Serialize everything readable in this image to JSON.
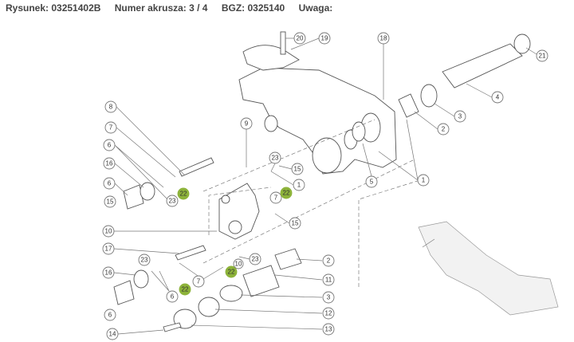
{
  "header": {
    "drawing": "Rysunek: 03251402B",
    "sheet": "Numer akrusza: 3 / 4",
    "bgz": "BGZ: 0325140",
    "note": "Uwaga:"
  },
  "callouts": [
    "20",
    "19",
    "18",
    "21",
    "4",
    "3",
    "2",
    "1",
    "5",
    "8",
    "7",
    "6",
    "16",
    "6",
    "15",
    "23",
    "22",
    "9",
    "23",
    "15",
    "1",
    "7",
    "22",
    "15",
    "10",
    "17",
    "23",
    "16",
    "6",
    "22",
    "6",
    "14",
    "7",
    "22",
    "10",
    "23",
    "2",
    "11",
    "3",
    "12",
    "13"
  ],
  "highlight_color": "#8db33a"
}
